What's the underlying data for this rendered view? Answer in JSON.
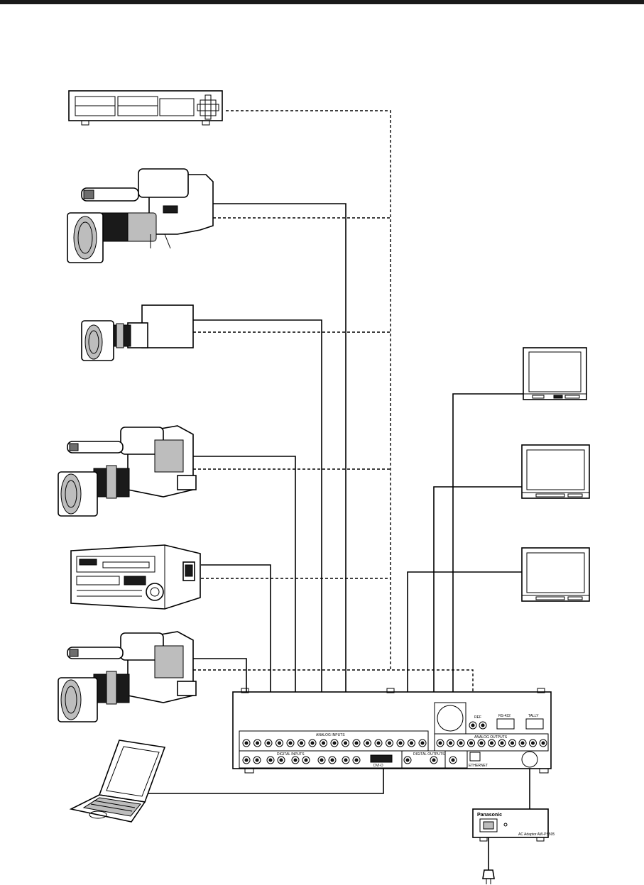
{
  "labels": {
    "analog_inputs": "ANALOG INPUTS",
    "digital_inputs": "DIGITAL INPUTS",
    "digital_outputs": "DIGITAL OUTPUTS",
    "analog_outputs": "ANALOG OUTPUTS",
    "ethernet": "ETHERNET",
    "rs422": "RS-422",
    "tally": "TALLY",
    "ref": "REF",
    "dvi": "DVI-D",
    "psu_brand": "Panasonic",
    "psu_model": "AC Adaptor AW-PS505"
  },
  "icons": [
    "control-panel-icon",
    "shoulder-camcorder-icon",
    "box-camera-icon",
    "handheld-camcorder-icon",
    "vtr-deck-icon",
    "laptop-icon",
    "monitor-icon",
    "switcher-rear-panel-icon",
    "ac-adaptor-icon",
    "power-plug-icon"
  ]
}
